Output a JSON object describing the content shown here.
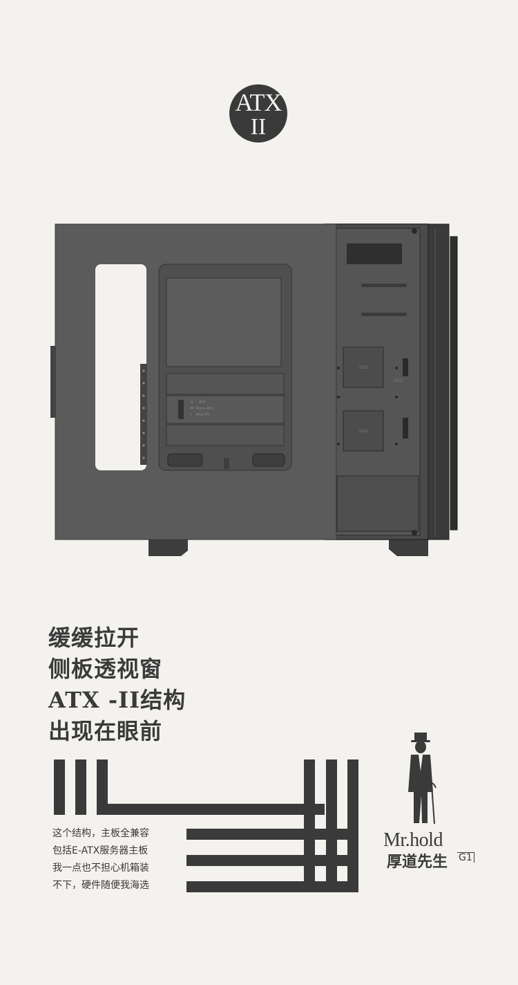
{
  "badge": {
    "line1": "ATX",
    "line2": "II"
  },
  "case_labels": {
    "atx": "ATX",
    "micro_atx": "Micro-ATX",
    "mini_itx": "Mini-ITX",
    "a": "A",
    "m": "M",
    "i": "I",
    "ssd_1": "SSD",
    "ssd_2": "SSD",
    "hdd": "HDD"
  },
  "headline": {
    "line1": "缓缓拉开",
    "line2": "侧板透视窗",
    "line3": "ATX -II结构",
    "line4": "出现在眼前"
  },
  "description": {
    "line1": "这个结构，主板全兼容",
    "line2": "包括E-ATX服务器主板",
    "line3": "我一点也不担心机箱装",
    "line4": "不下，硬件随便我海选"
  },
  "brand": {
    "name_en": "Mr.hold",
    "name_cn": "厚道先生",
    "model": "G1"
  },
  "colors": {
    "background": "#f4f2ee",
    "ink": "#3a3a3a",
    "panel": "#5a5a5a",
    "panel_dark": "#3d3d3d"
  }
}
